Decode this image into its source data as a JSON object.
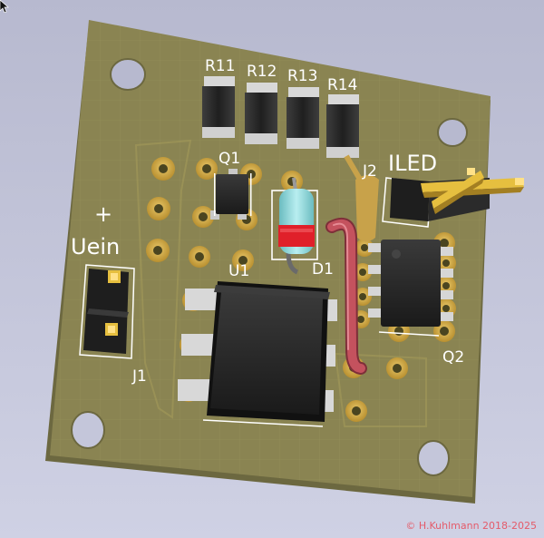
{
  "labels": {
    "r11": "R11",
    "r12": "R12",
    "r13": "R13",
    "r14": "R14",
    "q1": "Q1",
    "q2": "Q2",
    "u1": "U1",
    "d1": "D1",
    "j1": "J1",
    "j2": "J2",
    "iled": "ILED",
    "plus": "+",
    "uein": "Uein"
  },
  "credit": "© H.Kuhlmann 2018-2025",
  "colors": {
    "board": "#8a8452",
    "board_edge": "#6c6840",
    "copper": "#c8a24a",
    "copper_hi": "#e7c365",
    "silkscreen": "#ffffff",
    "chip": "#2b2b2b",
    "header_black": "#1e1e1e",
    "pin_gold": "#e6bf3f",
    "diode_body": "#8fd3d6",
    "diode_band": "#e0202a",
    "wire": "#c4525e",
    "background": "#c6c8dc"
  }
}
